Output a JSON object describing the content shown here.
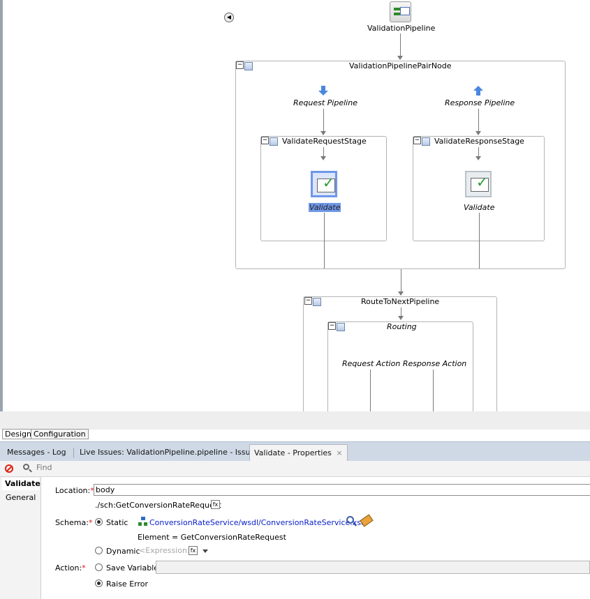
{
  "pipeline": {
    "title": "ValidationPipeline",
    "pair_node": "ValidationPipelinePairNode",
    "request_pipeline": "Request Pipeline",
    "response_pipeline": "Response Pipeline",
    "request_stage": "ValidateRequestStage",
    "response_stage": "ValidateResponseStage",
    "request_action": "Validate",
    "response_action": "Validate",
    "route_node": "RouteToNextPipeline",
    "routing": "Routing",
    "routing_actions": "Request Action Response Action"
  },
  "editor_tabs": [
    "Design",
    "Configuration"
  ],
  "panel_tabs": [
    {
      "label": "Messages - Log"
    },
    {
      "label": "Live Issues: ValidationPipeline.pipeline - Issues"
    },
    {
      "label": "Validate - Properties",
      "close": "×"
    }
  ],
  "toolbar": {
    "find_placeholder": "Find"
  },
  "sidebar": {
    "items": [
      "Validate",
      "General"
    ]
  },
  "form": {
    "location_label": "Location:",
    "required_mark": "*",
    "location_value": "body",
    "location_xpath": "./sch:GetConversionRateRequest",
    "schema_label": "Schema:",
    "static_label": "Static",
    "schema_link": "ConversionRateService/wsdl/ConversionRateService.xsd",
    "element_text": "Element = GetConversionRateRequest",
    "dynamic_label": "Dynamic",
    "expression_placeholder": "<Expression>",
    "action_label": "Action:",
    "save_variable_label": "Save Variable",
    "raise_error_label": "Raise Error"
  }
}
